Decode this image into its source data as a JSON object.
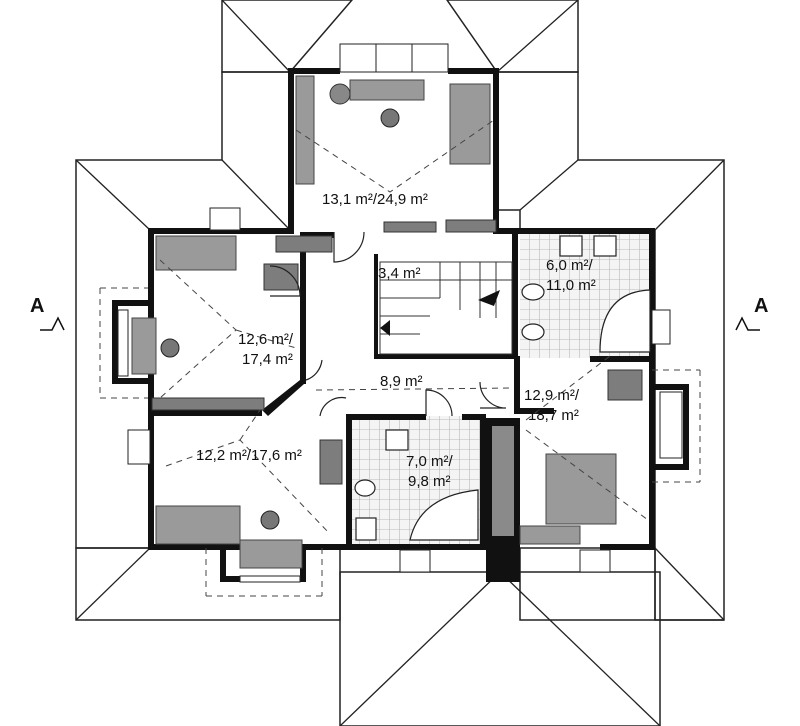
{
  "section_marker": {
    "left": "A",
    "right": "A"
  },
  "rooms": [
    {
      "id": "room-top",
      "label": "13,1 m²/24,9 m²"
    },
    {
      "id": "room-stair",
      "label": "3,4 m²"
    },
    {
      "id": "room-bath-right",
      "label_line1": "6,0 m²/",
      "label_line2": "11,0 m²"
    },
    {
      "id": "room-left-upper",
      "label_line1": "12,6 m²/",
      "label_line2": "17,4 m²"
    },
    {
      "id": "room-hall",
      "label": "8,9 m²"
    },
    {
      "id": "room-right-lower",
      "label_line1": "12,9 m²/",
      "label_line2": "18,7 m²"
    },
    {
      "id": "room-left-lower",
      "label": "12,2 m²/17,6 m²"
    },
    {
      "id": "room-bath-center",
      "label_line1": "7,0 m²/",
      "label_line2": "9,8 m²"
    }
  ],
  "colors": {
    "wall": "#111111",
    "furniture": "#9a9a9a",
    "floor": "#ffffff"
  }
}
